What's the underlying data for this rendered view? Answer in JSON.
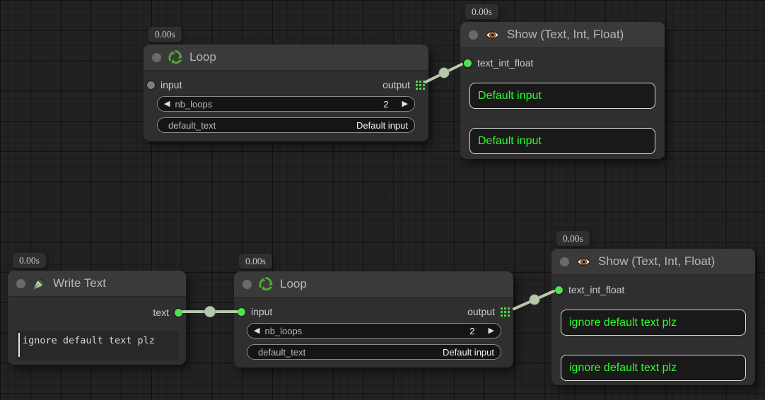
{
  "icons": {
    "left_arrow": "◀",
    "right_arrow": "▶"
  },
  "colors": {
    "accent_green": "#4ee24e",
    "link": "#b7c8ab",
    "display_text_green": "#2bff2b",
    "grid_socket_green": "#46d846"
  },
  "nodes": [
    {
      "timer": "0.00s",
      "title": "Loop",
      "input_label": "input",
      "output_label": "output",
      "widgets": [
        {
          "label": "nb_loops",
          "value": "2"
        },
        {
          "label": "default_text",
          "value": "Default input"
        }
      ]
    },
    {
      "timer": "0.00s",
      "title": "Show (Text, Int, Float)",
      "input_label": "text_int_float",
      "values": [
        "Default input",
        "Default input"
      ]
    },
    {
      "timer": "0.00s",
      "title": "Write Text",
      "output_label": "text",
      "text_value": "ignore default text plz"
    },
    {
      "timer": "0.00s",
      "title": "Loop",
      "input_label": "input",
      "output_label": "output",
      "widgets": [
        {
          "label": "nb_loops",
          "value": "2"
        },
        {
          "label": "default_text",
          "value": "Default input"
        }
      ]
    },
    {
      "timer": "0.00s",
      "title": "Show (Text, Int, Float)",
      "input_label": "text_int_float",
      "values": [
        "ignore default text plz",
        "ignore default text plz"
      ]
    }
  ],
  "links": [
    {
      "from": "loop-top.output",
      "to": "show-top.text_int_float"
    },
    {
      "from": "write-text.text",
      "to": "loop-bottom.input"
    },
    {
      "from": "loop-bottom.output",
      "to": "show-bottom.text_int_float"
    }
  ]
}
